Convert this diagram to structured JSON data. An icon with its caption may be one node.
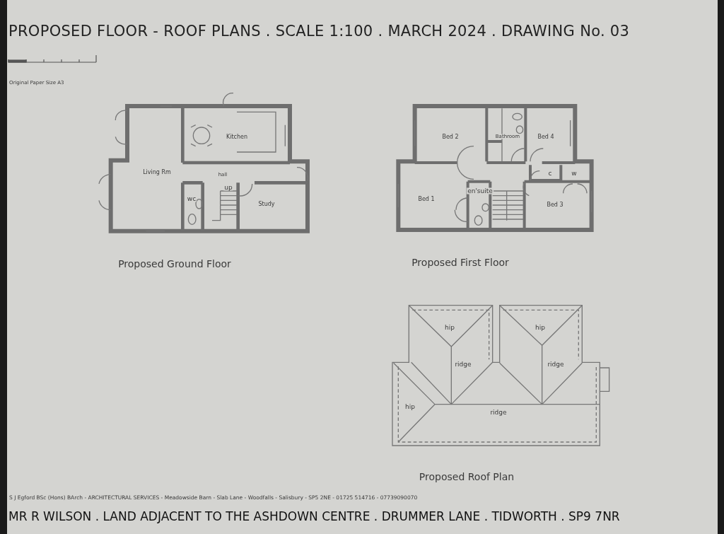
{
  "diagram": {
    "title": "PROPOSED FLOOR - ROOF PLANS . SCALE 1:100 . MARCH 2024 . DRAWING No. 03",
    "labels": [
      "Original Paper Size A3",
      "Kitchen",
      "Living Rm",
      "hall",
      "up",
      "wc",
      "Study",
      "Bed 2",
      "Bathroom",
      "Bed 4",
      "c",
      "w",
      "Bed 1",
      "en'suite",
      "Bed 3",
      "Proposed Ground Floor",
      "Proposed First Floor",
      "hip",
      "hip",
      "ridge",
      "ridge",
      "hip",
      "ridge",
      "Proposed Roof Plan",
      "S J Egford BSc (Hons) BArch - ARCHITECTURAL SERVICES - Meadowside Barn - Slab Lane - Woodfalls - Salisbury - SP5 2NE - 01725 514716 - 07739090070",
      "MR R WILSON . LAND ADJACENT TO THE ASHDOWN CENTRE . DRUMMER LANE . TIDWORTH . SP9 7NR"
    ]
  }
}
